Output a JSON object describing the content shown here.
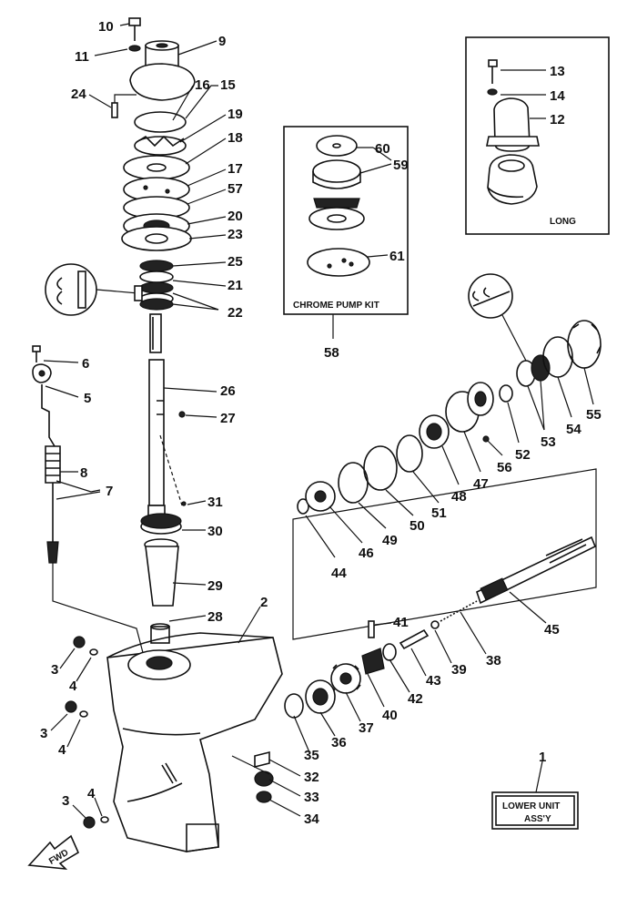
{
  "labels": {
    "p1": "1",
    "p2": "2",
    "p3a": "3",
    "p3b": "3",
    "p3c": "3",
    "p4a": "4",
    "p4b": "4",
    "p4c": "4",
    "p5": "5",
    "p6": "6",
    "p7": "7",
    "p8": "8",
    "p9": "9",
    "p10": "10",
    "p11": "11",
    "p12": "12",
    "p13": "13",
    "p14": "14",
    "p15": "15",
    "p16": "16",
    "p17": "17",
    "p18": "18",
    "p19": "19",
    "p20": "20",
    "p21": "21",
    "p22": "22",
    "p23": "23",
    "p24": "24",
    "p25": "25",
    "p26": "26",
    "p27": "27",
    "p28": "28",
    "p29": "29",
    "p30": "30",
    "p31": "31",
    "p32": "32",
    "p33": "33",
    "p34": "34",
    "p35": "35",
    "p36": "36",
    "p37": "37",
    "p38": "38",
    "p39": "39",
    "p40": "40",
    "p41": "41",
    "p42": "42",
    "p43": "43",
    "p44": "44",
    "p45": "45",
    "p46": "46",
    "p47": "47",
    "p48": "48",
    "p49": "49",
    "p50": "50",
    "p51": "51",
    "p52": "52",
    "p53": "53",
    "p54": "54",
    "p55": "55",
    "p56": "56",
    "p57": "57",
    "p58": "58",
    "p59": "59",
    "p60": "60",
    "p61": "61"
  },
  "captions": {
    "chrome_pump_kit": "CHROME PUMP KIT",
    "long": "LONG",
    "lower_unit_line1": "LOWER UNIT",
    "lower_unit_line2": "ASS'Y",
    "fwd": "FWD"
  }
}
